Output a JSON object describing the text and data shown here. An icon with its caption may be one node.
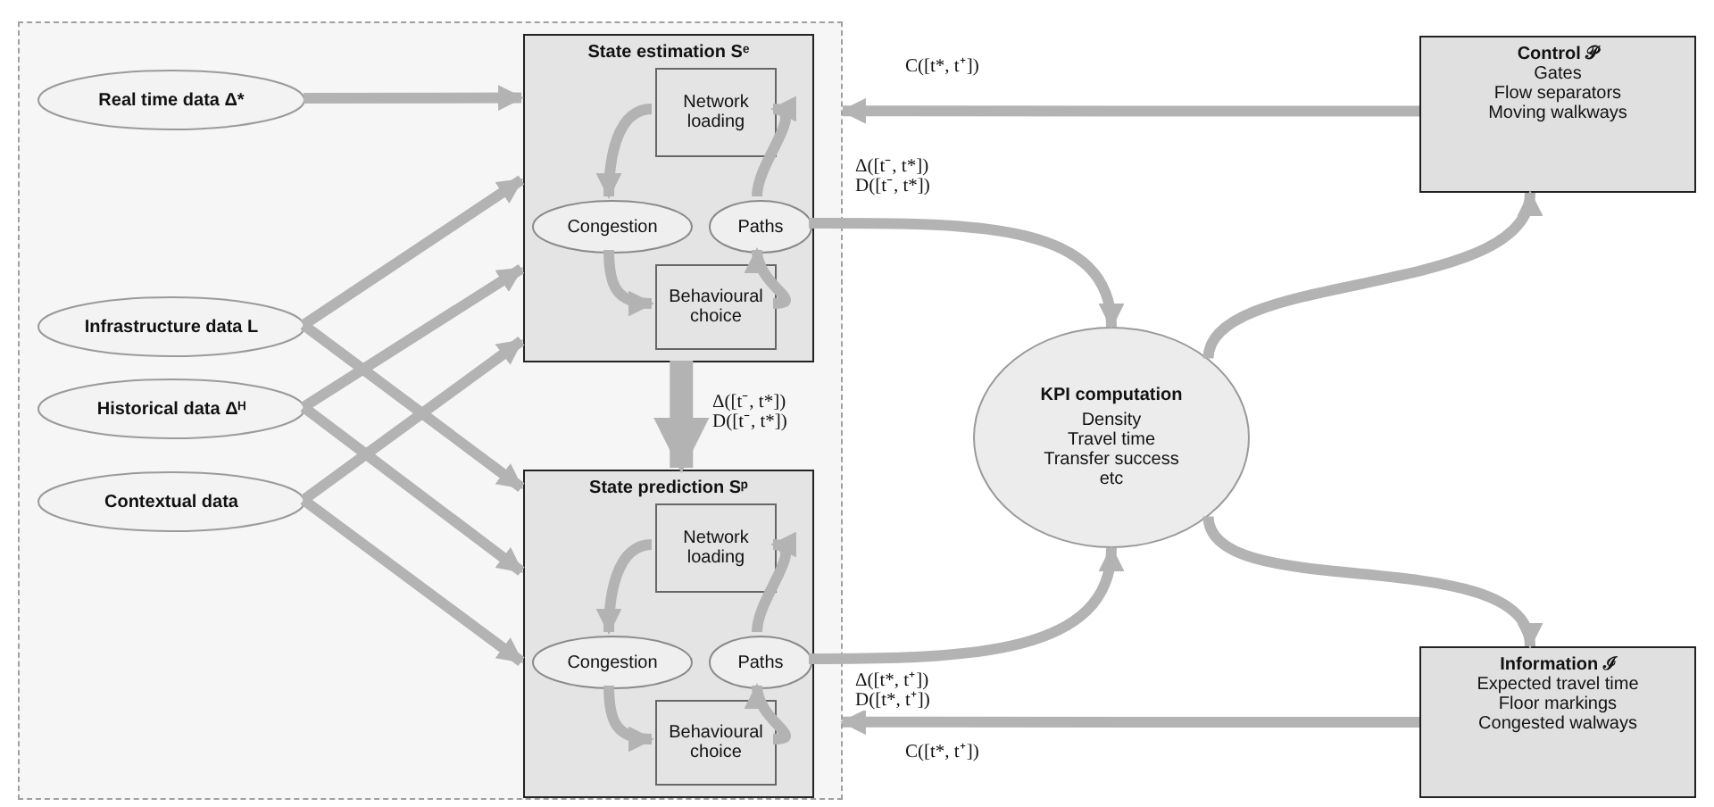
{
  "diagram": {
    "nodes": [
      {
        "text": [],
        "shape": "box"
      },
      {
        "text": [
          "Real time data Δ*"
        ],
        "in": 0
      },
      {
        "text": [
          "Infrastructure data L"
        ],
        "in": 0
      },
      {
        "text": [
          "Historical data Δᴴ"
        ],
        "in": 0
      },
      {
        "text": [
          "Contextual data"
        ],
        "in": 0
      },
      {
        "text": [
          "State estimation Sᵉ"
        ],
        "in": 0
      },
      {
        "text": [
          "Network loading"
        ],
        "in": 5
      },
      {
        "text": [
          "Congestion"
        ],
        "in": 5
      },
      {
        "text": [
          "Behavioural choice"
        ],
        "in": 5
      },
      {
        "text": [
          "Paths"
        ],
        "in": 5
      },
      {
        "text": [
          "State prediction Sᵖ"
        ],
        "in": 0
      },
      {
        "text": [
          "Network loading"
        ],
        "in": 10
      },
      {
        "text": [
          "Congestion"
        ],
        "in": 10
      },
      {
        "text": [
          "Behavioural choice"
        ],
        "in": 10
      },
      {
        "text": [
          "Paths"
        ],
        "in": 10
      },
      {
        "text": [
          "KPI computation",
          "Density",
          "Travel time",
          "Transfer success",
          "etc"
        ]
      },
      {
        "text": [
          "Control 𝒫",
          "Gates",
          "Flow separators",
          "Moving walkways"
        ]
      },
      {
        "text": [
          "Information ℐ",
          "Expected travel time",
          "Floor markings",
          "Congested walways"
        ]
      }
    ],
    "edges": [
      {
        "from": 1,
        "to": 5,
        "arrow": "to"
      },
      {
        "from": 2,
        "to": 5,
        "arrow": "to"
      },
      {
        "from": 2,
        "to": 10,
        "arrow": "to"
      },
      {
        "from": 3,
        "to": 5,
        "arrow": "to"
      },
      {
        "from": 3,
        "to": 10,
        "arrow": "to"
      },
      {
        "from": 4,
        "to": 5,
        "arrow": "to"
      },
      {
        "from": 4,
        "to": 10,
        "arrow": "to"
      },
      {
        "from": 6,
        "to": 7,
        "arrow": "to"
      },
      {
        "from": 7,
        "to": 8,
        "arrow": "to"
      },
      {
        "from": 8,
        "to": 9,
        "arrow": "to"
      },
      {
        "from": 9,
        "to": 6,
        "arrow": "to"
      },
      {
        "from": 11,
        "to": 12,
        "arrow": "to"
      },
      {
        "from": 12,
        "to": 13,
        "arrow": "to"
      },
      {
        "from": 13,
        "to": 14,
        "arrow": "to"
      },
      {
        "from": 14,
        "to": 11,
        "arrow": "to"
      },
      {
        "from": 5,
        "to": 10,
        "arrow": "to",
        "label": "Δ([t⁻, t*]) D([t⁻, t*])",
        "style": "thick"
      },
      {
        "from": 9,
        "to": 15,
        "arrow": "to",
        "label": "Δ([t⁻, t*]) D([t⁻, t*])"
      },
      {
        "from": 14,
        "to": 15,
        "arrow": "to",
        "label": "Δ([t*, t⁺]) D([t*, t⁺])"
      },
      {
        "from": 15,
        "to": 16,
        "arrow": "to"
      },
      {
        "from": 15,
        "to": 17,
        "arrow": "to"
      },
      {
        "from": 16,
        "to": 0,
        "arrow": "to",
        "label": "C([t*, t⁺])"
      },
      {
        "from": 17,
        "to": 0,
        "arrow": "to",
        "label": "C([t*, t⁺])"
      }
    ]
  }
}
